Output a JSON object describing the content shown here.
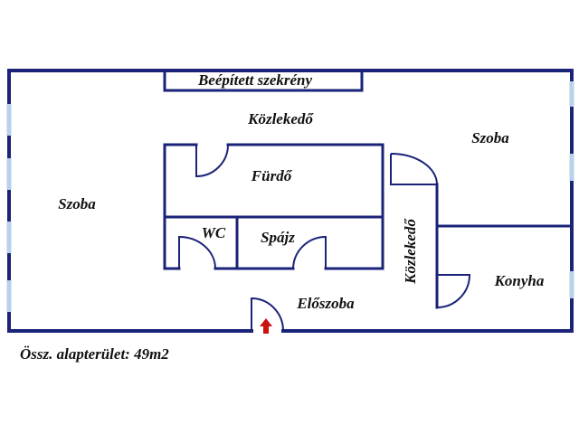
{
  "rooms": {
    "built_in_wardrobe": "Beépített szekrény",
    "corridor_top": "Közlekedő",
    "room_left": "Szoba",
    "room_right": "Szoba",
    "bathroom": "Fürdő",
    "wc": "WC",
    "pantry": "Spájz",
    "hall": "Előszoba",
    "corridor_vertical": "Közlekedő",
    "kitchen": "Konyha"
  },
  "footer": {
    "total_area": "Össz. alapterület: 49m2"
  },
  "colors": {
    "wall": "#1a2378",
    "window": "#b7d2ea",
    "entrance_arrow": "#cc1111"
  },
  "icons": {
    "entrance": "entrance-arrow-icon"
  }
}
